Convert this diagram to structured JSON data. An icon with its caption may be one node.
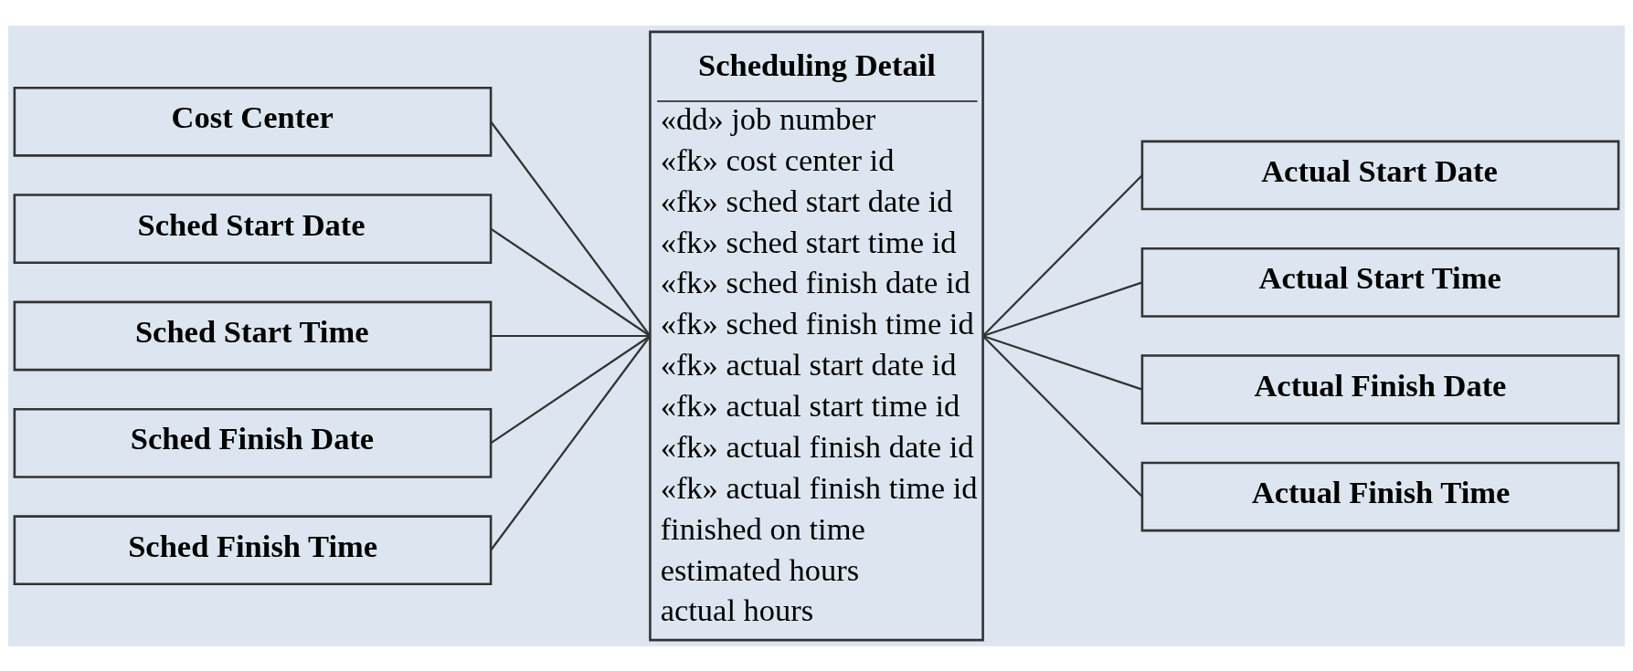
{
  "diagram": {
    "nodes": [
      {
        "text": [
          "Cost Center"
        ]
      },
      {
        "text": [
          "Sched Start Date"
        ]
      },
      {
        "text": [
          "Sched Start Time"
        ]
      },
      {
        "text": [
          "Sched Finish Date"
        ]
      },
      {
        "text": [
          "Sched Finish Time"
        ]
      },
      {
        "text": [
          "Scheduling Detail",
          "«dd» job number",
          "«fk» cost center id",
          "«fk» sched start date id",
          "«fk» sched start time id",
          "«fk» sched finish date id",
          "«fk» sched finish time id",
          "«fk» actual start date id",
          "«fk» actual start time id",
          "«fk» actual finish date id",
          "«fk» actual finish time id",
          "finished on time",
          "estimated hours",
          "actual hours"
        ]
      },
      {
        "text": [
          "Actual Start Date"
        ]
      },
      {
        "text": [
          "Actual Start Time"
        ]
      },
      {
        "text": [
          "Actual Finish Date"
        ]
      },
      {
        "text": [
          "Actual Finish Time"
        ]
      }
    ],
    "edges": [
      {
        "from": 0,
        "to": 5,
        "arrow": "none"
      },
      {
        "from": 1,
        "to": 5,
        "arrow": "none"
      },
      {
        "from": 2,
        "to": 5,
        "arrow": "none"
      },
      {
        "from": 3,
        "to": 5,
        "arrow": "none"
      },
      {
        "from": 4,
        "to": 5,
        "arrow": "none"
      },
      {
        "from": 5,
        "to": 6,
        "arrow": "none"
      },
      {
        "from": 5,
        "to": 7,
        "arrow": "none"
      },
      {
        "from": 5,
        "to": 8,
        "arrow": "none"
      },
      {
        "from": 5,
        "to": 9,
        "arrow": "none"
      }
    ]
  }
}
